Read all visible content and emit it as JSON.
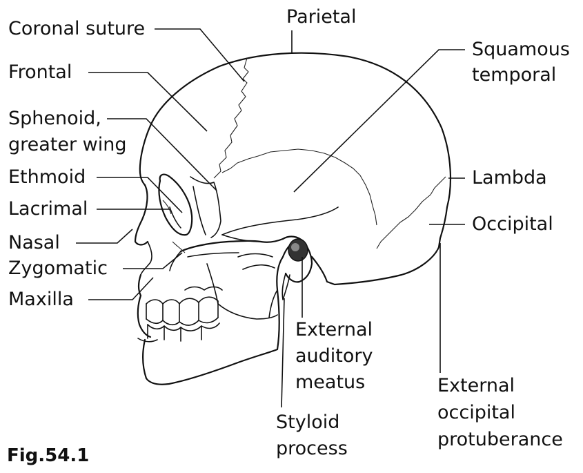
{
  "figure_label": "Fig.54.1",
  "labels": {
    "coronal_suture": "Coronal suture",
    "parietal": "Parietal",
    "frontal": "Frontal",
    "sphenoid_1": "Sphenoid,",
    "sphenoid_2": "greater wing",
    "ethmoid": "Ethmoid",
    "lacrimal": "Lacrimal",
    "nasal": "Nasal",
    "zygomatic": "Zygomatic",
    "maxilla": "Maxilla",
    "squamous_1": "Squamous",
    "squamous_2": "temporal",
    "lambda": "Lambda",
    "occipital": "Occipital",
    "ext_auditory_1": "External",
    "ext_auditory_2": "auditory",
    "ext_auditory_3": "meatus",
    "styloid_1": "Styloid",
    "styloid_2": "process",
    "ext_occipital_1": "External",
    "ext_occipital_2": "occipital",
    "ext_occipital_3": "protuberance"
  }
}
